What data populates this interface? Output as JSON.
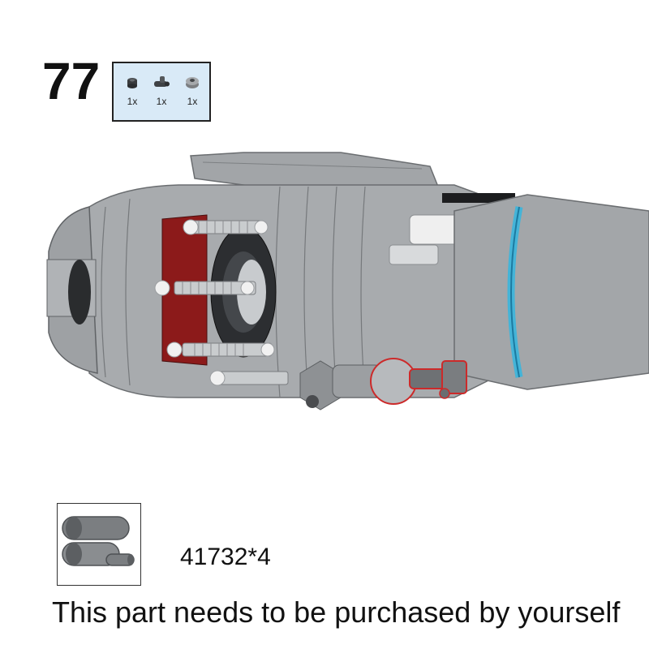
{
  "step": {
    "number": "77"
  },
  "parts_needed": [
    {
      "qty": "1x",
      "icon": "round-plate-1x1-icon"
    },
    {
      "qty": "1x",
      "icon": "bar-holder-clip-icon"
    },
    {
      "qty": "1x",
      "icon": "round-brick-with-hole-icon"
    }
  ],
  "model": {
    "icon": "engine-nacelle-assembly-icon"
  },
  "reference": {
    "part_number": "41732*4",
    "icon": "bar-holder-double-clip-icon"
  },
  "notice": "This part needs to be purchased by yourself",
  "colors": {
    "parts_box_bg": "#d9eaf7",
    "model_grey": "#a5a8ab",
    "accent_red": "#8c1a1a",
    "accent_blue": "#44b4d8"
  }
}
